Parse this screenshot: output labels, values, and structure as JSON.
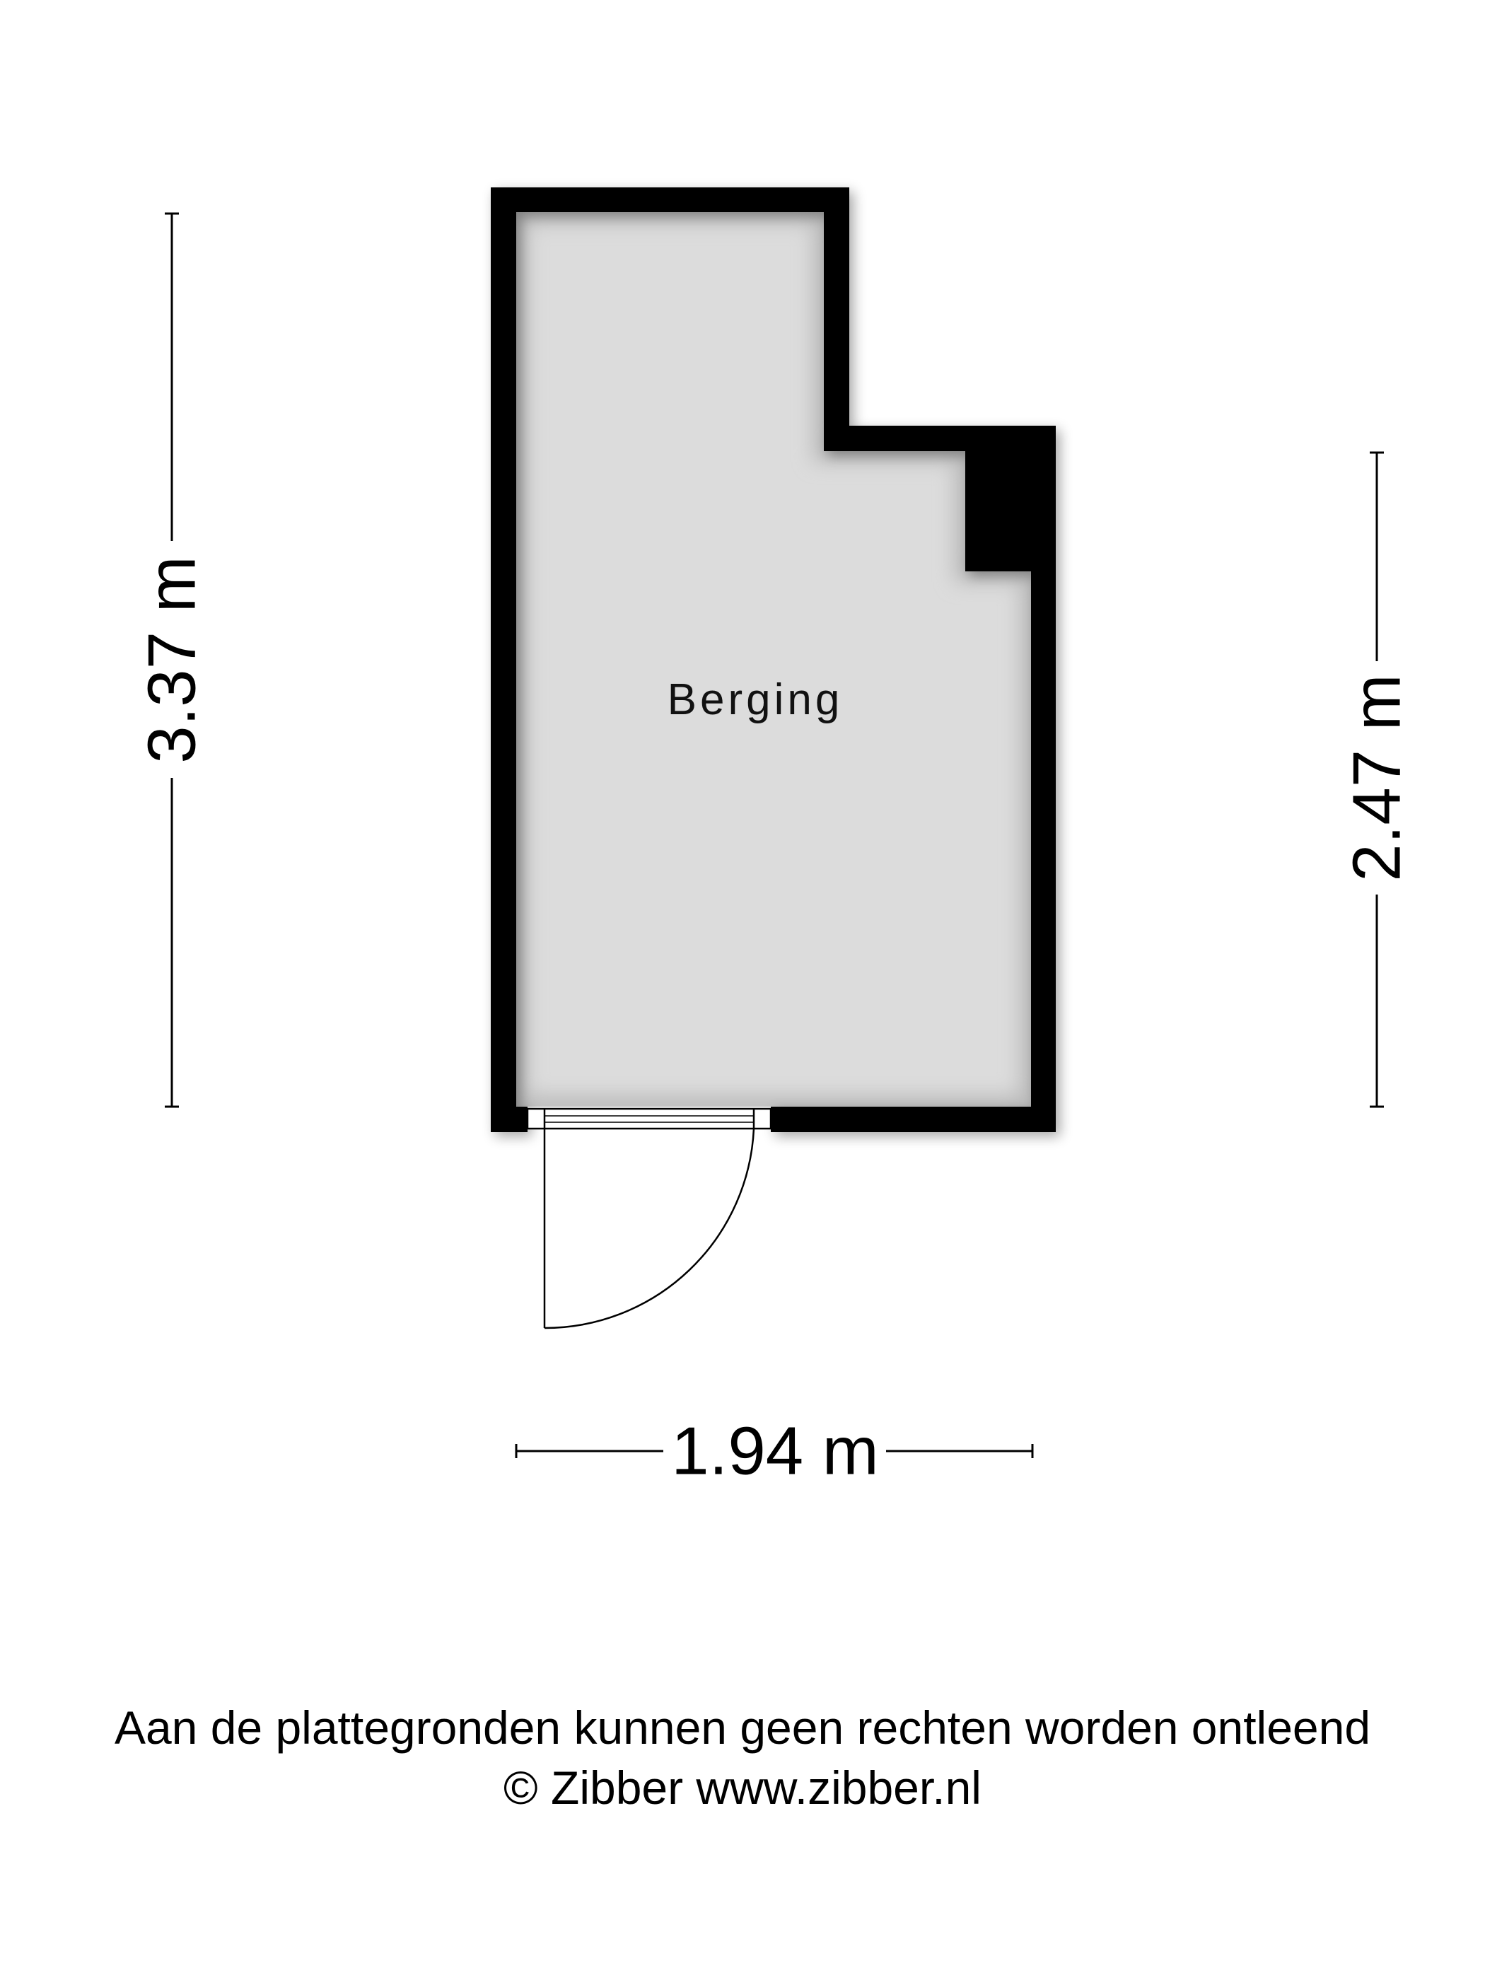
{
  "room": {
    "name": "Berging"
  },
  "dimensions": {
    "left_height": "3.37 m",
    "right_height": "2.47 m",
    "bottom_width": "1.94 m"
  },
  "footer": {
    "disclaimer": "Aan de plattegronden kunnen geen rechten worden ontleend",
    "copyright": "© Zibber www.zibber.nl"
  },
  "colors": {
    "wall": "#000000",
    "floor": "#dcdcdc",
    "background": "#ffffff"
  }
}
